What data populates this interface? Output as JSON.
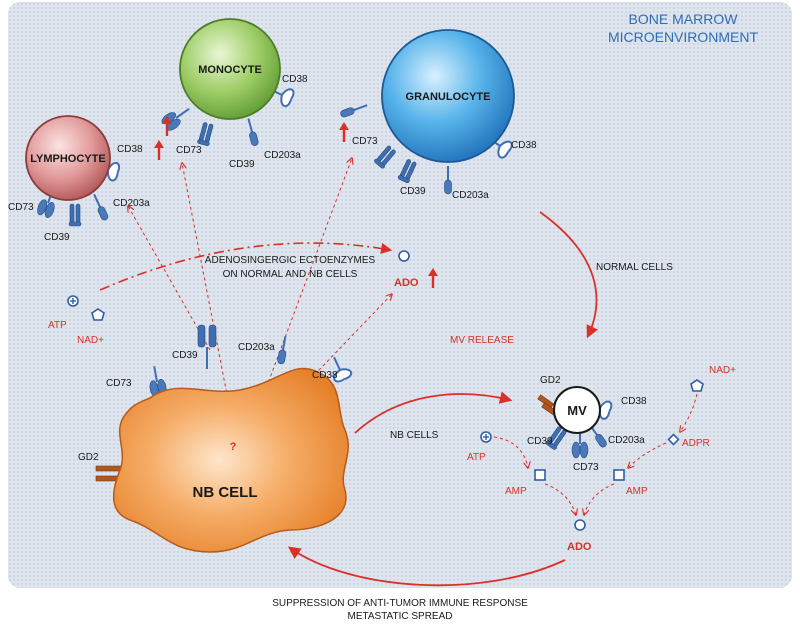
{
  "title": {
    "line1": "BONE MARROW",
    "line2": "MICROENVIRONMENT"
  },
  "cells": {
    "lymphocyte": "LYMPHOCYTE",
    "monocyte": "MONOCYTE",
    "granulocyte": "GRANULOCYTE",
    "nb_cell": "NB CELL",
    "mv": "MV"
  },
  "enzymes": {
    "cd38": "CD38",
    "cd73": "CD73",
    "cd39": "CD39",
    "cd203a": "CD203a",
    "gd2": "GD2"
  },
  "metabolites": {
    "atp": "ATP",
    "nad": "NAD+",
    "ado": "ADO",
    "amp": "AMP",
    "adpr": "ADPR"
  },
  "labels": {
    "adenosinergic_line1": "ADENOSINGERGIC ECTOENZYMES",
    "adenosinergic_line2": "ON NORMAL AND NB CELLS",
    "normal_cells": "NORMAL CELLS",
    "mv_release": "MV RELEASE",
    "nb_cells": "NB CELLS",
    "question": "?"
  },
  "caption": {
    "line1": "SUPPRESSION OF ANTI-TUMOR IMMUNE RESPONSE",
    "line2": "METASTATIC SPREAD"
  },
  "colors": {
    "accent_red": "#d9312a",
    "title_blue": "#2f6db5",
    "receptor_blue": "#4a78b8",
    "nb_orange": "#f08a2c"
  }
}
